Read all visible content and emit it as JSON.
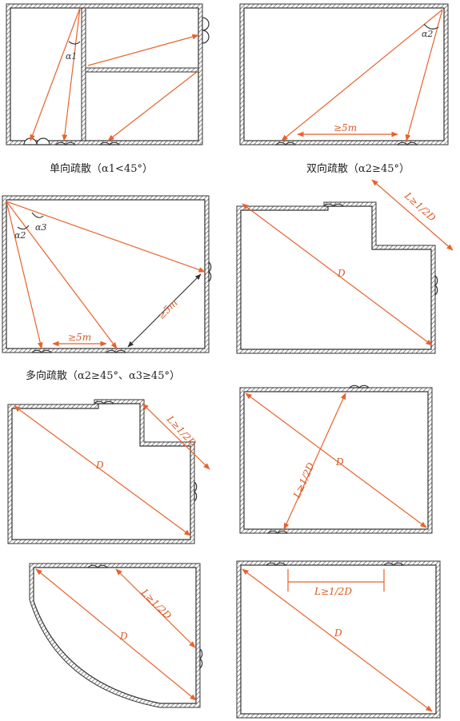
{
  "captions": {
    "one_way": "单向疏散（α1<45°）",
    "two_way": "双向疏散（α2≥45°）",
    "multi_way": "多向疏散（α2≥45°、α3≥45°）"
  },
  "labels": {
    "a1": "α1",
    "a2": "α2",
    "a3": "α3",
    "ge5m": "≥5m",
    "D": "D",
    "L_half_D": "L≥1/2D"
  },
  "colors": {
    "arrow": "#e8622c",
    "wall": "#333333",
    "dimension": "#333333"
  }
}
